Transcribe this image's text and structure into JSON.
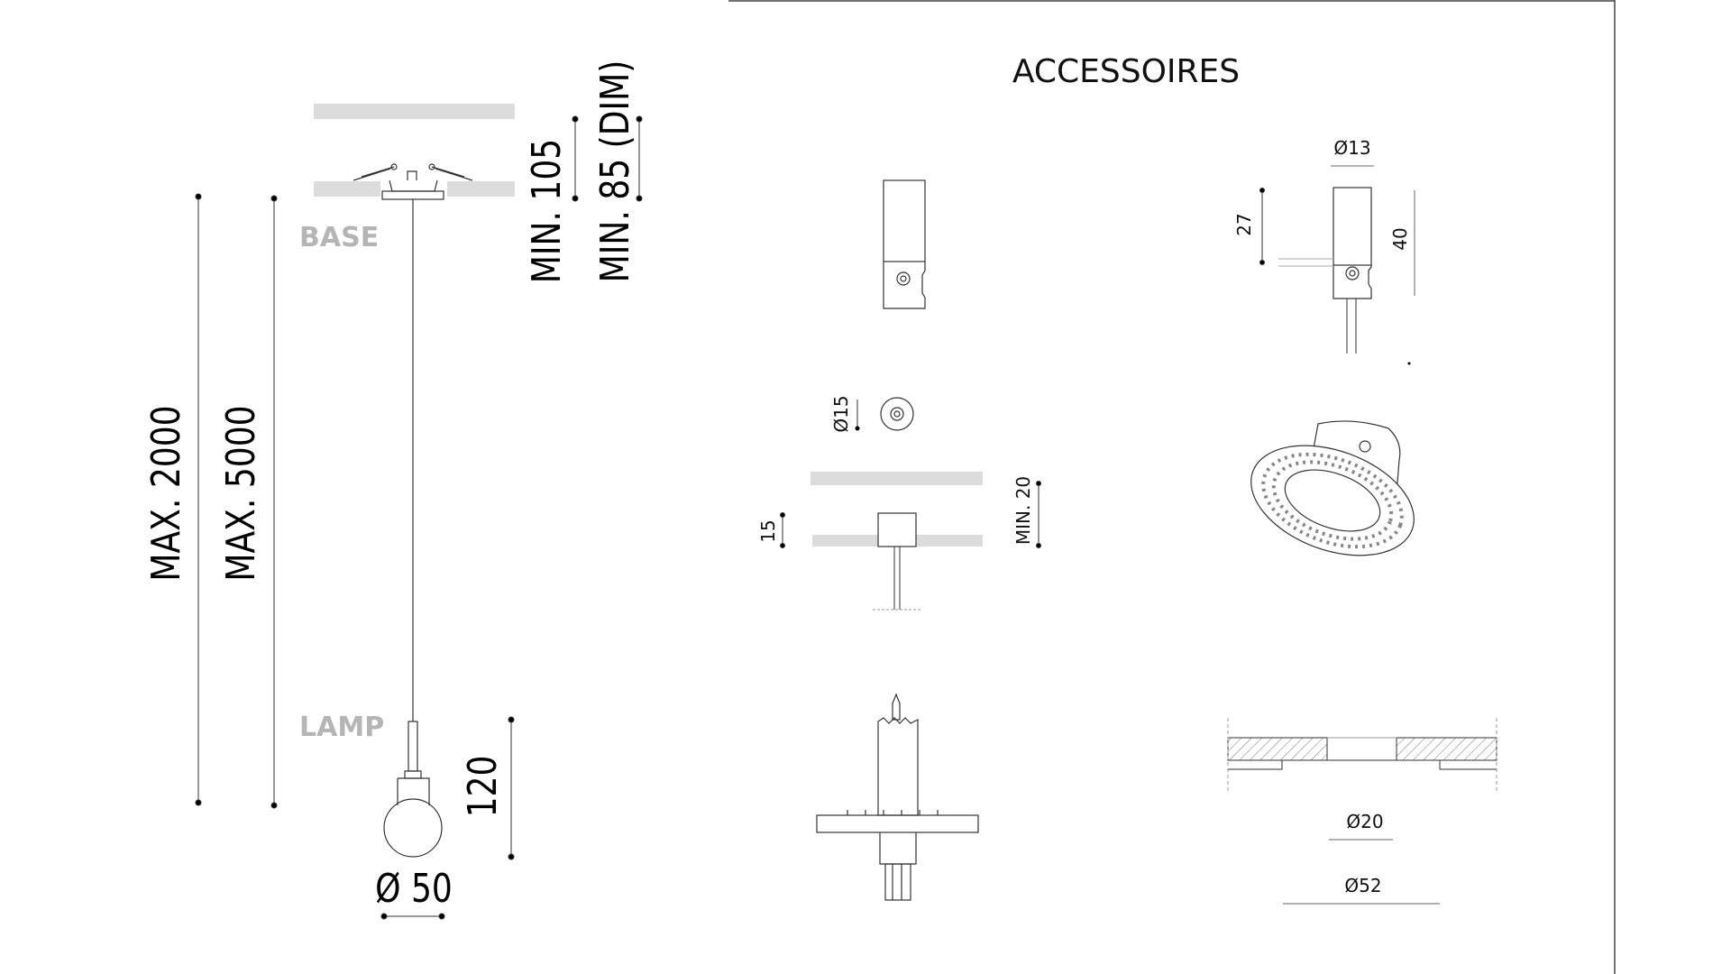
{
  "main_view": {
    "labels": {
      "base": "BASE",
      "lamp": "LAMP"
    },
    "dimensions": {
      "max_2000": "MAX. 2000",
      "max_5000": "MAX. 5000",
      "min_105": "MIN. 105",
      "min_85_dim": "MIN. 85 (DIM)",
      "height_120": "120",
      "diameter_50": "Ø 50"
    }
  },
  "accessories": {
    "title": "ACCESSOIRES",
    "dimensions": {
      "d13": "Ø13",
      "h27": "27",
      "h40": "40",
      "d15": "Ø15",
      "h15": "15",
      "min20": "MIN. 20",
      "d20": "Ø20",
      "d52": "Ø52"
    }
  },
  "colors": {
    "ceiling": "#dcdcdc",
    "label_gray": "#b5b5b5",
    "line": "#000000"
  }
}
